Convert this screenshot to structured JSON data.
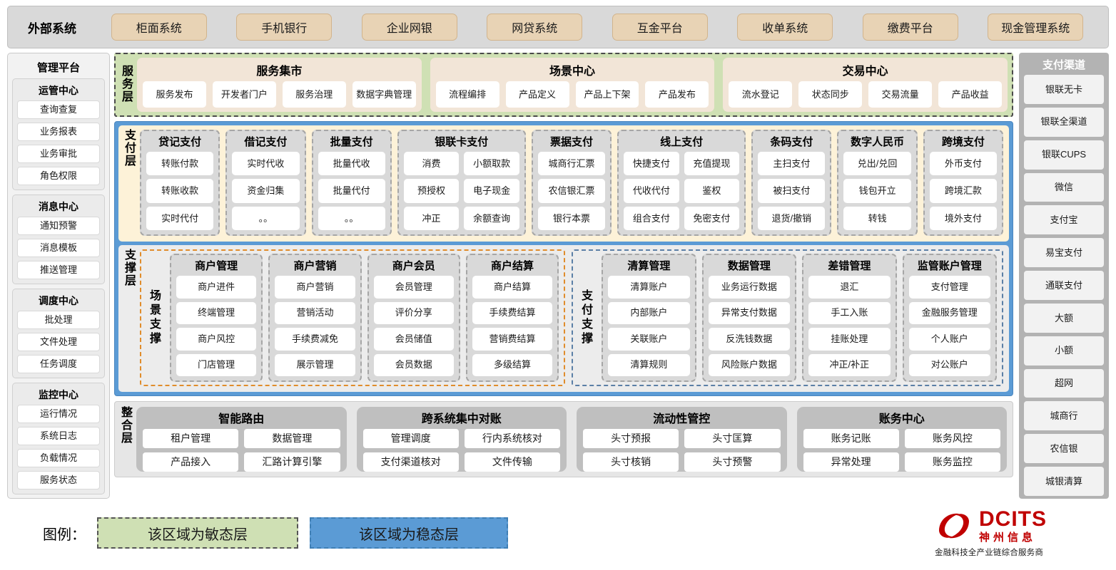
{
  "external_systems": {
    "title": "外部系统",
    "items": [
      "柜面系统",
      "手机银行",
      "企业网银",
      "网贷系统",
      "互金平台",
      "收单系统",
      "缴费平台",
      "现金管理系统"
    ]
  },
  "management_platform": {
    "title": "管理平台",
    "groups": [
      {
        "title": "运管中心",
        "items": [
          "查询查复",
          "业务报表",
          "业务审批",
          "角色权限"
        ]
      },
      {
        "title": "消息中心",
        "items": [
          "通知预警",
          "消息模板",
          "推送管理"
        ]
      },
      {
        "title": "调度中心",
        "items": [
          "批处理",
          "文件处理",
          "任务调度"
        ]
      },
      {
        "title": "监控中心",
        "items": [
          "运行情况",
          "系统日志",
          "负载情况",
          "服务状态"
        ]
      }
    ]
  },
  "service_layer": {
    "label": "服务层",
    "cards": [
      {
        "title": "服务集市",
        "items": [
          "服务发布",
          "开发者门户",
          "服务治理",
          "数据字典管理"
        ]
      },
      {
        "title": "场景中心",
        "items": [
          "流程编排",
          "产品定义",
          "产品上下架",
          "产品发布"
        ]
      },
      {
        "title": "交易中心",
        "items": [
          "流水登记",
          "状态同步",
          "交易流量",
          "产品收益"
        ]
      }
    ]
  },
  "payment_layer": {
    "label": "支付层",
    "groups": [
      {
        "title": "贷记支付",
        "columns": 1,
        "items": [
          "转账付款",
          "转账收款",
          "实时代付"
        ]
      },
      {
        "title": "借记支付",
        "columns": 1,
        "items": [
          "实时代收",
          "资金归集",
          "。。"
        ]
      },
      {
        "title": "批量支付",
        "columns": 1,
        "items": [
          "批量代收",
          "批量代付",
          "。。"
        ]
      },
      {
        "title": "银联卡支付",
        "columns": 2,
        "items": [
          "消费",
          "小额取款",
          "预授权",
          "电子现金",
          "冲正",
          "余额查询"
        ]
      },
      {
        "title": "票据支付",
        "columns": 1,
        "items": [
          "城商行汇票",
          "农信银汇票",
          "银行本票"
        ]
      },
      {
        "title": "线上支付",
        "columns": 2,
        "items": [
          "快捷支付",
          "充值提现",
          "代收代付",
          "鉴权",
          "组合支付",
          "免密支付"
        ]
      },
      {
        "title": "条码支付",
        "columns": 1,
        "items": [
          "主扫支付",
          "被扫支付",
          "退货/撤销"
        ]
      },
      {
        "title": "数字人民币",
        "columns": 1,
        "items": [
          "兑出/兑回",
          "钱包开立",
          "转钱"
        ]
      },
      {
        "title": "跨境支付",
        "columns": 1,
        "items": [
          "外币支付",
          "跨境汇款",
          "境外支付"
        ]
      }
    ]
  },
  "support_layer": {
    "label": "支撑层",
    "zones": [
      {
        "label": "场景支撑",
        "groups": [
          {
            "title": "商户管理",
            "items": [
              "商户进件",
              "终端管理",
              "商户风控",
              "门店管理"
            ]
          },
          {
            "title": "商户营销",
            "items": [
              "商户营销",
              "营销活动",
              "手续费减免",
              "展示管理"
            ]
          },
          {
            "title": "商户会员",
            "items": [
              "会员管理",
              "评价分享",
              "会员储值",
              "会员数据"
            ]
          },
          {
            "title": "商户结算",
            "items": [
              "商户结算",
              "手续费结算",
              "营销费结算",
              "多级结算"
            ]
          }
        ]
      },
      {
        "label": "支付支撑",
        "groups": [
          {
            "title": "清算管理",
            "items": [
              "清算账户",
              "内部账户",
              "关联账户",
              "清算规则"
            ]
          },
          {
            "title": "数据管理",
            "items": [
              "业务运行数据",
              "异常支付数据",
              "反洗钱数据",
              "风险账户数据"
            ]
          },
          {
            "title": "差错管理",
            "items": [
              "退汇",
              "手工入账",
              "挂账处理",
              "冲正/补正"
            ]
          },
          {
            "title": "监管账户管理",
            "items": [
              "支付管理",
              "金融服务管理",
              "个人账户",
              "对公账户"
            ]
          }
        ]
      }
    ]
  },
  "integration_layer": {
    "label": "整合层",
    "groups": [
      {
        "title": "智能路由",
        "items": [
          "租户管理",
          "数据管理",
          "产品接入",
          "汇路计算引擎"
        ]
      },
      {
        "title": "跨系统集中对账",
        "items": [
          "管理调度",
          "行内系统核对",
          "支付渠道核对",
          "文件传输"
        ]
      },
      {
        "title": "流动性管控",
        "items": [
          "头寸预报",
          "头寸匡算",
          "头寸核销",
          "头寸预警"
        ]
      },
      {
        "title": "账务中心",
        "items": [
          "账务记账",
          "账务风控",
          "异常处理",
          "账务监控"
        ]
      }
    ]
  },
  "payment_channels": {
    "title": "支付渠道",
    "items": [
      "银联无卡",
      "银联全渠道",
      "银联CUPS",
      "微信",
      "支付宝",
      "易宝支付",
      "通联支付",
      "大额",
      "小额",
      "超网",
      "城商行",
      "农信银",
      "城银清算"
    ]
  },
  "legend": {
    "label": "图例：",
    "agile": "该区域为敏态层",
    "stable": "该区域为稳态层",
    "agile_color": "#cfe0b4",
    "stable_color": "#5b9bd5"
  },
  "logo": {
    "brand_en": "DCITS",
    "brand_cn": "神州信息",
    "tagline": "金融科技全产业链综合服务商",
    "color": "#c00000"
  }
}
